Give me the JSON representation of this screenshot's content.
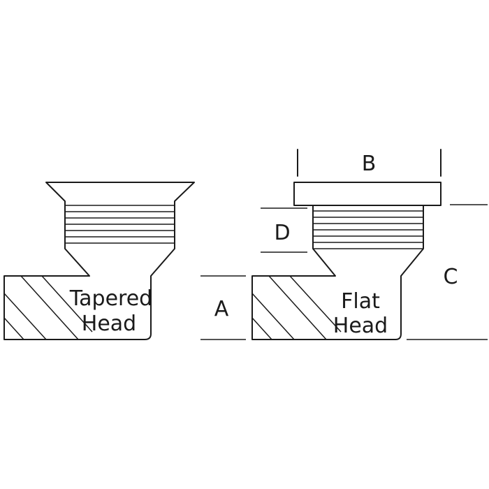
{
  "tapered": {
    "label_line1": "Tapered",
    "label_line2": "Head"
  },
  "flat": {
    "label_line1": "Flat",
    "label_line2": "Head"
  },
  "dimensions": {
    "a": "A",
    "b": "B",
    "c": "C",
    "d": "D"
  },
  "colors": {
    "line": "#1a1a1a",
    "background": "#ffffff"
  }
}
